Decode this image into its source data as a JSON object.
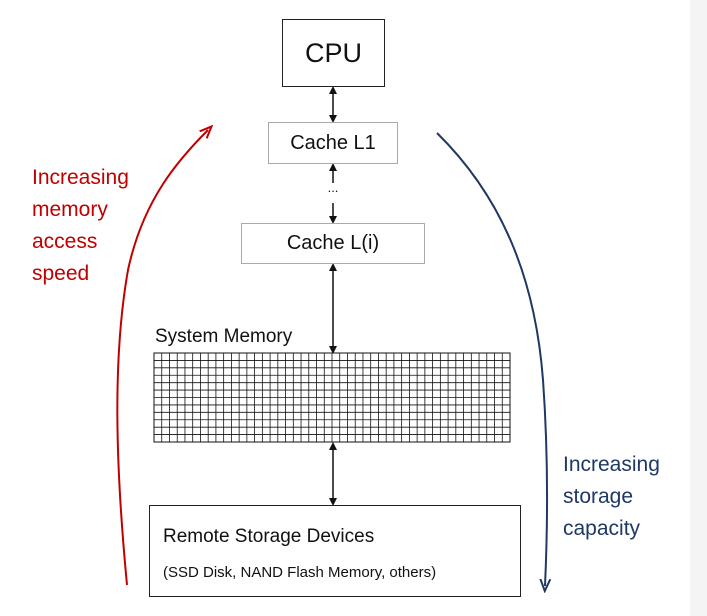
{
  "nodes": {
    "cpu": "CPU",
    "cache_l1": "Cache L1",
    "ellipsis": "...",
    "cache_li": "Cache L(i)",
    "system_memory": "System Memory",
    "remote_title": "Remote Storage Devices",
    "remote_subtitle": "(SSD Disk, NAND Flash Memory, others)"
  },
  "annotations": {
    "left": "Increasing\nmemory\naccess\nspeed",
    "right": "Increasing\nstorage\ncapacity"
  },
  "colors": {
    "speed_arrow": "#c00000",
    "capacity_arrow": "#1f3864",
    "box_border": "#222222",
    "cache_border": "#aaaaaa"
  }
}
